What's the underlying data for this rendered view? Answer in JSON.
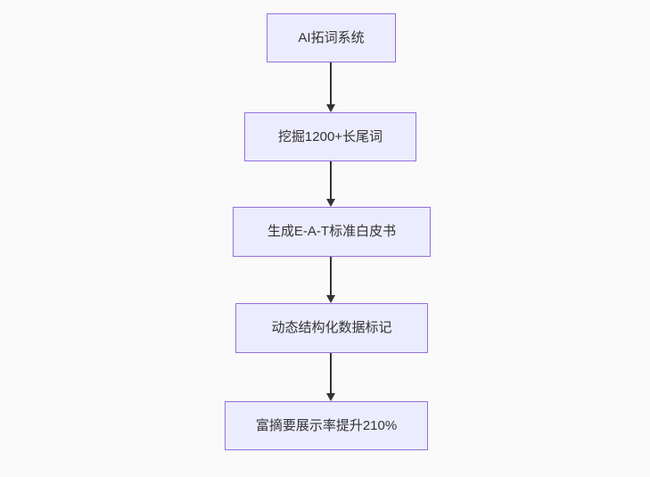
{
  "diagram": {
    "type": "flowchart",
    "direction": "top-down",
    "colors": {
      "background": "#fafafa",
      "node_fill": "#ECECFF",
      "node_border": "#9370DB",
      "node_text": "#333333",
      "arrow": "#333333"
    },
    "nodes": [
      {
        "label": "AI拓词系统"
      },
      {
        "label": "挖掘1200+长尾词"
      },
      {
        "label": "生成E-A-T标准白皮书"
      },
      {
        "label": "动态结构化数据标记"
      },
      {
        "label": "富摘要展示率提升210%"
      }
    ],
    "edges": [
      {
        "from": 0,
        "to": 1
      },
      {
        "from": 1,
        "to": 2
      },
      {
        "from": 2,
        "to": 3
      },
      {
        "from": 3,
        "to": 4
      }
    ]
  }
}
